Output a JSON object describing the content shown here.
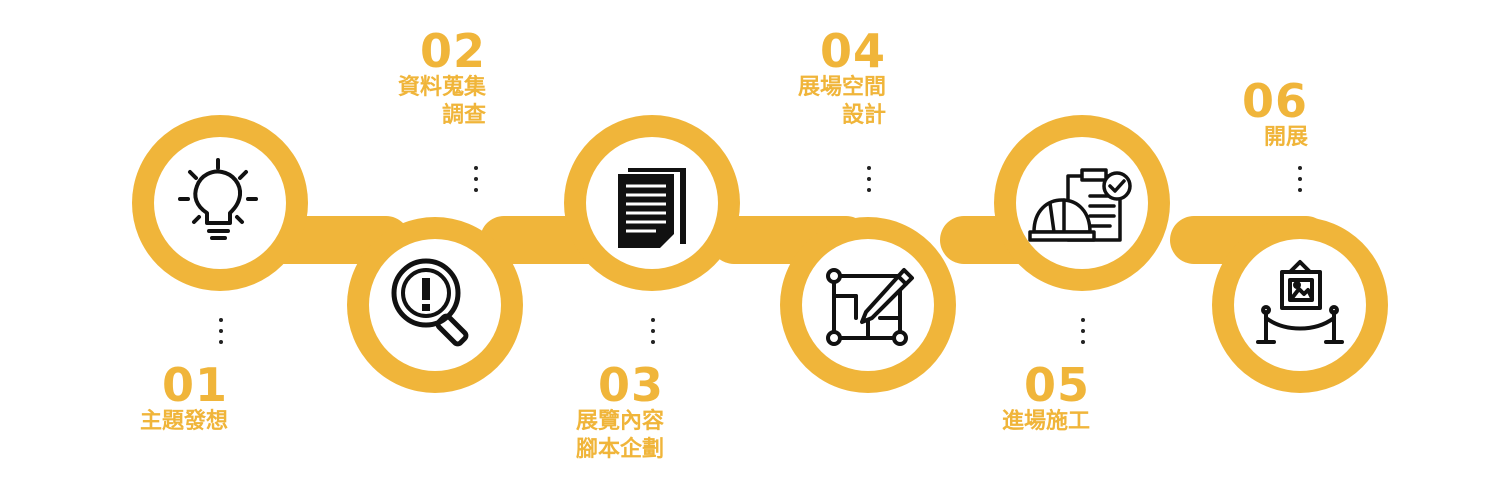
{
  "accent_color": "#f0b53a",
  "steps": [
    {
      "num": "01",
      "label_lines": [
        "主題發想"
      ],
      "icon": "lightbulb-icon"
    },
    {
      "num": "02",
      "label_lines": [
        "資料蒐集",
        "調查"
      ],
      "icon": "magnifier-alert-icon"
    },
    {
      "num": "03",
      "label_lines": [
        "展覽內容",
        "腳本企劃"
      ],
      "icon": "documents-icon"
    },
    {
      "num": "04",
      "label_lines": [
        "展場空間",
        "設計"
      ],
      "icon": "blueprint-pencil-icon"
    },
    {
      "num": "05",
      "label_lines": [
        "進場施工"
      ],
      "icon": "hardhat-clipboard-icon"
    },
    {
      "num": "06",
      "label_lines": [
        "開展"
      ],
      "icon": "exhibit-frame-icon"
    }
  ]
}
